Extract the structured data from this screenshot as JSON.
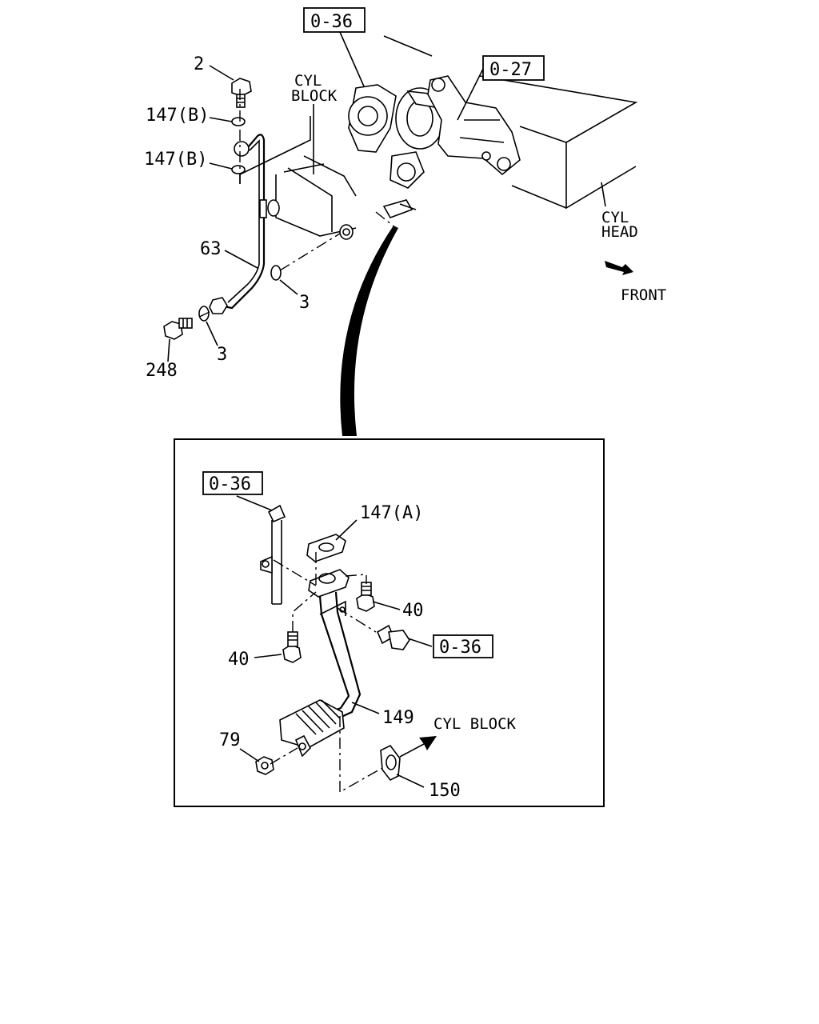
{
  "labels": {
    "ref_036_top": "0-36",
    "ref_027": "0-27",
    "ref_036_inset_top": "0-36",
    "ref_036_inset_right": "0-36",
    "cyl_block_line1": "CYL",
    "cyl_block_line2": "BLOCK",
    "cyl_head_line1": "CYL",
    "cyl_head_line2": "HEAD",
    "front": "FRONT",
    "cyl_block_inset": "CYL BLOCK",
    "p2": "2",
    "p147b_1": "147(B)",
    "p147b_2": "147(B)",
    "p63": "63",
    "p3_a": "3",
    "p3_b": "3",
    "p248": "248",
    "p147a": "147(A)",
    "p40_a": "40",
    "p40_b": "40",
    "p149": "149",
    "p79": "79",
    "p150": "150"
  },
  "icons": [
    "front-arrow-icon",
    "flow-arrow-icon"
  ]
}
